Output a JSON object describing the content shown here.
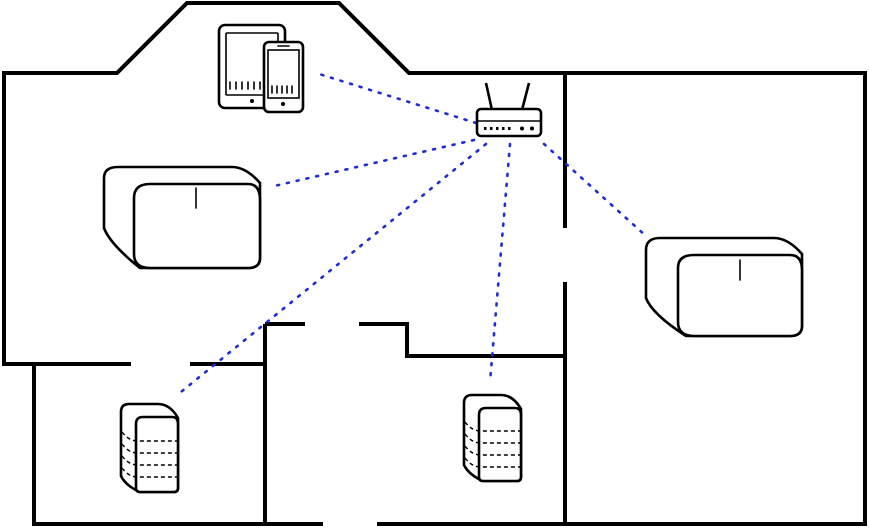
{
  "diagram": {
    "kind": "floor-plan-network",
    "colors": {
      "walls": "#000000",
      "link": "#1f2bd6",
      "background": "#ffffff"
    },
    "devices": [
      {
        "id": "router",
        "icon": "wifi-router-icon"
      },
      {
        "id": "tablet-phone",
        "icon": "tablet-and-phone-icon"
      },
      {
        "id": "speaker-left",
        "icon": "smart-speaker-icon"
      },
      {
        "id": "speaker-right",
        "icon": "smart-speaker-icon"
      },
      {
        "id": "small-speaker-left",
        "icon": "small-speaker-icon"
      },
      {
        "id": "small-speaker-middle",
        "icon": "small-speaker-icon"
      }
    ],
    "connections": [
      {
        "from": "router",
        "to": "tablet-phone",
        "style": "dotted"
      },
      {
        "from": "router",
        "to": "speaker-left",
        "style": "dotted"
      },
      {
        "from": "router",
        "to": "speaker-right",
        "style": "dotted"
      },
      {
        "from": "router",
        "to": "small-speaker-left",
        "style": "dotted"
      },
      {
        "from": "router",
        "to": "small-speaker-middle",
        "style": "dotted"
      }
    ]
  }
}
